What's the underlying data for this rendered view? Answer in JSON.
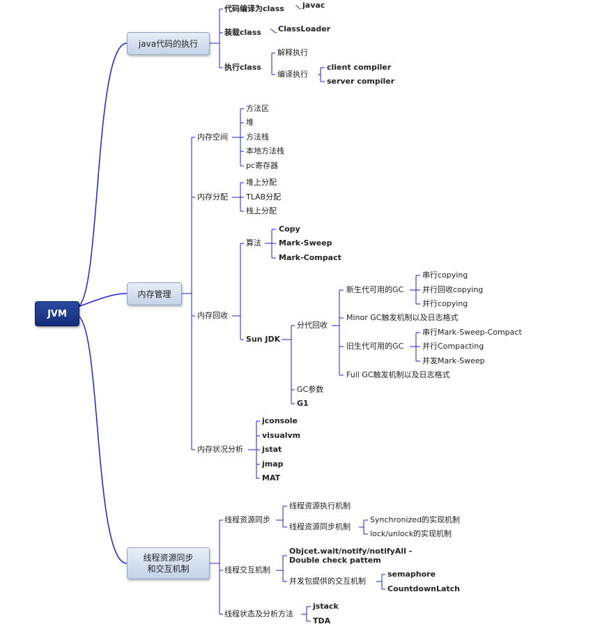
{
  "root": "JVM",
  "n1": {
    "title": "java代码的执行",
    "compile": "代码编译为class",
    "javac": "javac",
    "load": "装载class",
    "classloader": "ClassLoader",
    "exec": "执行class",
    "interpret": "解释执行",
    "compile_exec": "编译执行",
    "client": "client compiler",
    "server": "server compiler"
  },
  "n2": {
    "title": "内存管理",
    "space": "内存空间",
    "space_items": [
      "方法区",
      "堆",
      "方法栈",
      "本地方法栈",
      "pc寄存器"
    ],
    "alloc": "内存分配",
    "alloc_items": [
      "堆上分配",
      "TLAB分配",
      "栈上分配"
    ],
    "gc": "内存回收",
    "algo": "算法",
    "algo_items": [
      "Copy",
      "Mark-Sweep",
      "Mark-Compact"
    ],
    "sunjdk": "Sun JDK",
    "gen": "分代回收",
    "young": "新生代可用的GC",
    "young_items": [
      "串行copying",
      "并行回收copying",
      "并行copying"
    ],
    "minor": "Minor GC触发机制以及日志格式",
    "old": "旧生代可用的GC",
    "old_items": [
      "串行Mark-Sweep-Compact",
      "并行Compacting",
      "并发Mark-Sweep"
    ],
    "full": "Full GC触发机制以及日志格式",
    "gcparam": "GC参数",
    "g1": "G1",
    "analysis": "内存状况分析",
    "analysis_items": [
      "jconsole",
      "visualvm",
      "jstat",
      "jmap",
      "MAT"
    ]
  },
  "n3": {
    "title_line1": "线程资源同步",
    "title_line2": "和交互机制",
    "sync": "线程资源同步",
    "sync_exec": "线程资源执行机制",
    "sync_mech": "线程资源同步机制",
    "synchronized": "Synchronized的实现机制",
    "lock": "lock/unlock的实现机制",
    "interact": "线程交互机制",
    "wait_line1": "Objcet.wait/notify/notifyAll -",
    "wait_line2": "Double check pattem",
    "concurrent": "并发包提供的交互机制",
    "semaphore": "semaphore",
    "countdown": "CountdownLatch",
    "state": "线程状态及分析方法",
    "jstack": "jstack",
    "tda": "TDA"
  }
}
